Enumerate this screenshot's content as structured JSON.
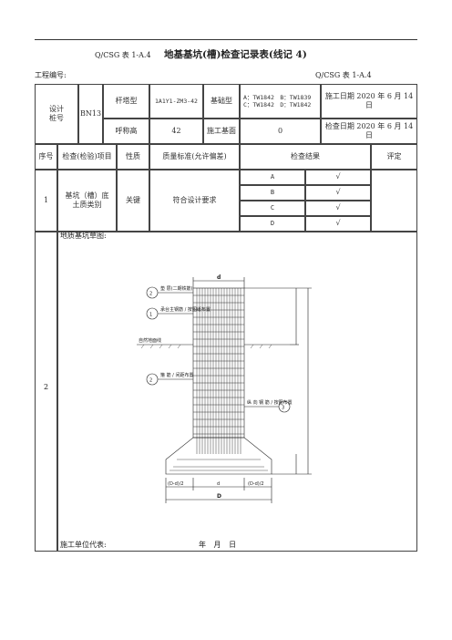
{
  "header": {
    "code": "Q/CSG 表 1-A.4",
    "title": "地基基坑(槽)检查记录表(线记 4)"
  },
  "subheader": {
    "project_label": "工程编号:",
    "code_right": "Q/CSG 表 1-A.4"
  },
  "info": {
    "design_pile_label": "设计\n桩号",
    "design_pile_value": "BN13",
    "tower_type_label": "杆塔型",
    "tower_type_value": "1A1Y1-ZM3-42",
    "foundation_type_label": "基础型",
    "foundation_type_value": "A：TW1842　B：TW1839\nC：TW1842　D：TW1842",
    "construction_date": "施工日期 2020 年 6 月 14 日",
    "nominal_height_label": "呼称高",
    "nominal_height_value": "42",
    "construction_base_label": "施工基面",
    "construction_base_value": "0",
    "inspection_date": "检查日期 2020 年 6 月 14 日"
  },
  "table": {
    "headers": {
      "seq": "序号",
      "item": "检查(检验)项目",
      "nature": "性质",
      "standard": "质量标准(允许偏差)",
      "result": "检查结果",
      "evaluation": "评定"
    },
    "row1": {
      "seq": "1",
      "item": "基坑（槽）底\n土质类别",
      "nature": "关键",
      "standard": "符合设计要求",
      "legs": [
        {
          "leg": "A",
          "mark": "√"
        },
        {
          "leg": "B",
          "mark": "√"
        },
        {
          "leg": "C",
          "mark": "√"
        },
        {
          "leg": "D",
          "mark": "√"
        }
      ]
    },
    "row2": {
      "seq": "2",
      "sketch_label": "地质基坑草图:",
      "sign_label": "施工单位代表:",
      "sign_date": "年 月 日"
    }
  },
  "drawing": {
    "top_label": "d",
    "bottom_label": "D",
    "dim_left": "(D-d)/2",
    "dim_mid": "d",
    "dim_right": "(D-d)/2",
    "callouts": [
      {
        "num": "2",
        "text": "垫 层(二期铁筋)"
      },
      {
        "num": "1",
        "text": "承台主钢筋 / 按图纸布置"
      },
      {
        "num": "2",
        "text": "箍 筋 / 间距布置"
      },
      {
        "num": "3",
        "text": "纵 向 钢 筋 / 按图布置"
      }
    ],
    "ground_label": "自然地面线"
  }
}
